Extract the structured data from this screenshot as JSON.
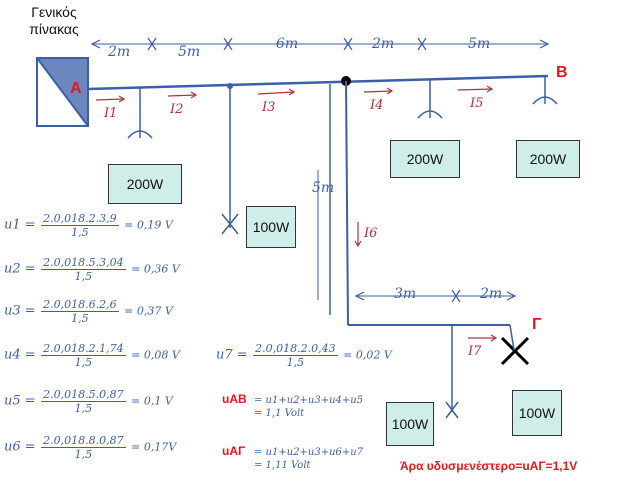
{
  "board": {
    "title_line1": "Γενικός",
    "title_line2": "πίνακας"
  },
  "nodes": {
    "a": "A",
    "b": "B",
    "g": "Γ"
  },
  "segments": {
    "s1": "2m",
    "s2": "5m",
    "s3": "6m",
    "s4": "2m",
    "s5": "5m",
    "s6": "5m",
    "s7": "3m",
    "s8": "2m"
  },
  "currents": {
    "i1": "I1",
    "i2": "I2",
    "i3": "I3",
    "i4": "I4",
    "i5": "I5",
    "i6": "I6",
    "i7": "I7"
  },
  "loads": {
    "l1": "200W",
    "l2": "100W",
    "l3": "200W",
    "l4": "200W",
    "l5": "100W",
    "l6": "100W"
  },
  "equations": {
    "u1": {
      "lhs": "u1 =",
      "num": "2.0,018.2.3,9",
      "den": "1,5",
      "res": "= 0,19 V"
    },
    "u2": {
      "lhs": "u2 =",
      "num": "2.0,018.5.3,04",
      "den": "1,5",
      "res": "= 0,36 V"
    },
    "u3": {
      "lhs": "u3 =",
      "num": "2.0,018.6.2,6",
      "den": "1,5",
      "res": "= 0,37 V"
    },
    "u4": {
      "lhs": "u4 =",
      "num": "2.0,018.2.1,74",
      "den": "1,5",
      "res": "= 0,08 V"
    },
    "u5": {
      "lhs": "u5 =",
      "num": "2.0,018.5.0,87",
      "den": "1,5",
      "res": "= 0,1 V"
    },
    "u6": {
      "lhs": "u6 =",
      "num": "2.0,018.8.0,87",
      "den": "1,5",
      "res": "= 0,17V"
    },
    "u7": {
      "lhs": "u7 =",
      "num": "2.0,018.2.0,43",
      "den": "1,5",
      "res": "= 0,02 V"
    }
  },
  "sums": {
    "ab_label": "uAB",
    "ab_line1": "= u1+u2+u3+u4+u5",
    "ab_line2": "= 1,1 Volt",
    "ag_label": "uΑΓ",
    "ag_line1": "= u1+u2+u3+u6+u7",
    "ag_line2": "= 1,11 Volt"
  },
  "conclusion": "Άρα υδυσμενέστερο=uΑΓ=1,1V",
  "colors": {
    "wire": "#3b5fa8",
    "label_red": "#e8151b",
    "current": "#b3303a",
    "load_fill": "#cfeeea"
  }
}
